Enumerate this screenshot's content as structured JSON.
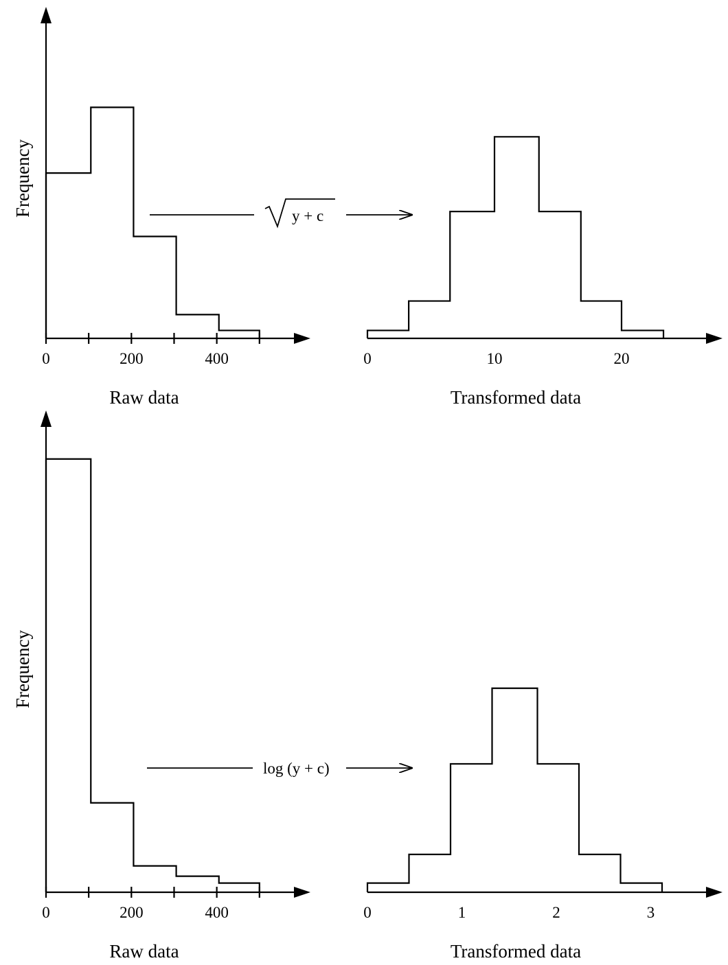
{
  "chart_data": [
    {
      "type": "bar",
      "panel": "top-left",
      "xlabel": "Raw data",
      "ylabel": "Frequency",
      "xlim": [
        0,
        600
      ],
      "ylim": [
        0,
        11.5
      ],
      "x_ticks": [
        0,
        100,
        200,
        300,
        400,
        500
      ],
      "x_tick_labels": [
        "0",
        "200",
        "400"
      ],
      "x_tick_label_values": [
        0,
        200,
        400
      ],
      "bin_edges": [
        0,
        105,
        205,
        305,
        405,
        500
      ],
      "values": [
        7.3,
        10.2,
        4.5,
        1.05,
        0.35
      ]
    },
    {
      "type": "bar",
      "panel": "top-right",
      "xlabel": "Transformed data",
      "xlim": [
        0,
        26.5
      ],
      "ylim": [
        0,
        11.5
      ],
      "x_tick_labels": [
        "0",
        "10",
        "20"
      ],
      "x_tick_label_values": [
        0,
        10,
        20
      ],
      "bin_edges": [
        0,
        3.25,
        6.5,
        10,
        13.5,
        16.8,
        20,
        23.3
      ],
      "values": [
        0.35,
        1.65,
        5.6,
        8.9,
        5.6,
        1.65,
        0.35
      ]
    },
    {
      "type": "bar",
      "panel": "bottom-left",
      "xlabel": "Raw data",
      "ylabel": "Frequency",
      "xlim": [
        0,
        600
      ],
      "ylim": [
        0,
        20
      ],
      "x_ticks": [
        0,
        100,
        200,
        300,
        400,
        500
      ],
      "x_tick_labels": [
        "0",
        "200",
        "400"
      ],
      "x_tick_label_values": [
        0,
        200,
        400
      ],
      "bin_edges": [
        0,
        105,
        205,
        305,
        405,
        500
      ],
      "values": [
        18.9,
        3.9,
        1.15,
        0.7,
        0.4
      ]
    },
    {
      "type": "bar",
      "panel": "bottom-right",
      "xlabel": "Transformed data",
      "xlim": [
        0,
        3.6
      ],
      "ylim": [
        0,
        20
      ],
      "x_tick_labels": [
        "0",
        "1",
        "2",
        "3"
      ],
      "x_tick_label_values": [
        0,
        1,
        2,
        3
      ],
      "bin_edges": [
        0,
        0.44,
        0.88,
        1.32,
        1.8,
        2.24,
        2.68,
        3.12
      ],
      "values": [
        0.4,
        1.65,
        5.6,
        8.9,
        5.6,
        1.65,
        0.4
      ]
    }
  ],
  "transforms": {
    "top": {
      "radicand": "y + c"
    },
    "bottom": {
      "label": "log (y + c)"
    }
  }
}
